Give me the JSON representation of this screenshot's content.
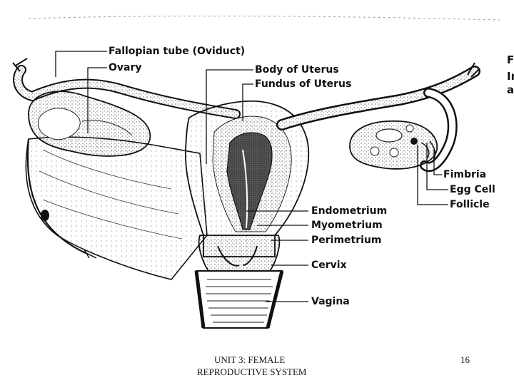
{
  "labels": {
    "fallopian_tube": "Fallopian tube (Oviduct)",
    "ovary": "Ovary",
    "body_of_uterus": "Body of Uterus",
    "fundus_of_uterus": "Fundus of Uterus",
    "fimbria": "Fimbria",
    "egg_cell": "Egg Cell",
    "follicle": "Follicle",
    "endometrium": "Endometrium",
    "myometrium": "Myometrium",
    "perimetrium": "Perimetrium",
    "cervix": "Cervix",
    "vagina": "Vagina"
  },
  "edge_text": {
    "line1": "F",
    "line2": "Ir",
    "line3": "a"
  },
  "footer": {
    "unit_line1": "UNIT 3:   FEMALE",
    "unit_line2": "REPRODUCTIVE SYSTEM",
    "page_number": "16"
  }
}
